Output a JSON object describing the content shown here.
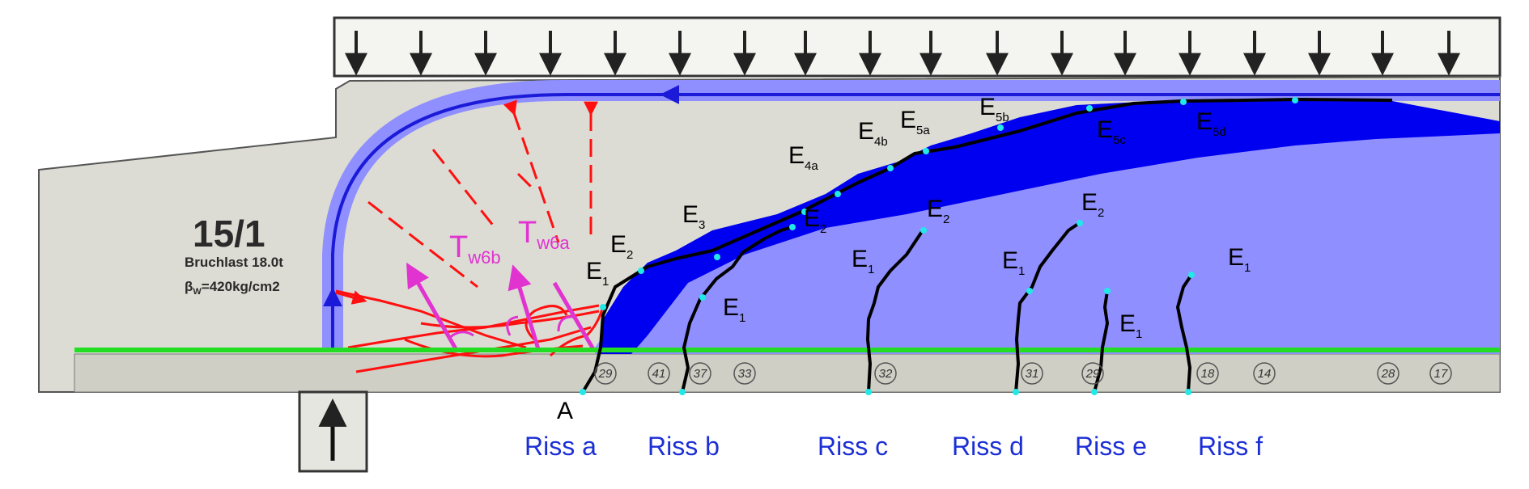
{
  "specimen": {
    "label": "15/1",
    "load_line": "Bruchlast 18.0t",
    "strength_symbol": "β",
    "strength_sub": "W",
    "strength_value": "=420kg/cm2"
  },
  "point_a": "A",
  "forces": [
    {
      "main": "T",
      "sub": "w6b"
    },
    {
      "main": "T",
      "sub": "w6a"
    }
  ],
  "cracks": [
    {
      "label": "Riss a"
    },
    {
      "label": "Riss b"
    },
    {
      "label": "Riss c"
    },
    {
      "label": "Riss d"
    },
    {
      "label": "Riss e"
    },
    {
      "label": "Riss f"
    }
  ],
  "e_labels": [
    {
      "main": "E",
      "sub": "1"
    },
    {
      "main": "E",
      "sub": "2"
    },
    {
      "main": "E",
      "sub": "3"
    },
    {
      "main": "E",
      "sub": "1"
    },
    {
      "main": "E",
      "sub": "2"
    },
    {
      "main": "E",
      "sub": "4a"
    },
    {
      "main": "E",
      "sub": "4b"
    },
    {
      "main": "E",
      "sub": "5a"
    },
    {
      "main": "E",
      "sub": "5b"
    },
    {
      "main": "E",
      "sub": "5c"
    },
    {
      "main": "E",
      "sub": "5d"
    },
    {
      "main": "E",
      "sub": "1"
    },
    {
      "main": "E",
      "sub": "2"
    },
    {
      "main": "E",
      "sub": "1"
    },
    {
      "main": "E",
      "sub": "2"
    },
    {
      "main": "E",
      "sub": "1"
    },
    {
      "main": "E",
      "sub": "1"
    }
  ],
  "bar_marks": [
    "29",
    "41",
    "37",
    "33",
    "32",
    "31",
    "29",
    "18",
    "14",
    "28",
    "17"
  ],
  "colors": {
    "compression_arch": "#8f8fff",
    "compression_zone": "#0000f0",
    "force_path": "#1a1ad8",
    "reinforcement": "#22dd22",
    "cracks": "#000000",
    "red_cracks": "#ff1010",
    "tension_force": "#e033d0",
    "crack_nodes": "#22e8e8"
  }
}
